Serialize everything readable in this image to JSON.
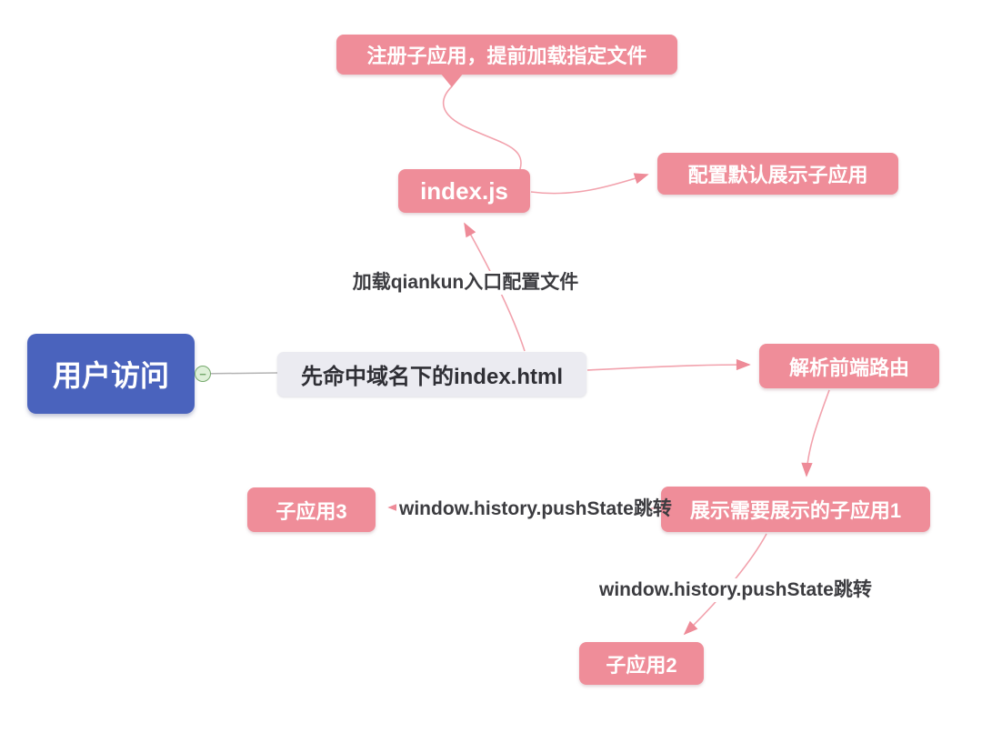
{
  "colors": {
    "pink": "#ef8d99",
    "blue": "#4a63bd",
    "grayNode": "#ebebf1",
    "linePink": "#f2a2ad",
    "arrowPink": "#ee8b98",
    "lineGray": "#b3b3b3",
    "labelText": "#3c3c40",
    "toggleGreenStroke": "#76a96d",
    "toggleGreenFill": "#def0d8"
  },
  "nodes": {
    "root": {
      "label": "用户访问"
    },
    "main": {
      "label": "先命中域名下的index.html"
    },
    "indexJs": {
      "label": "index.js"
    },
    "callout": {
      "label": "注册子应用，提前加载指定文件"
    },
    "configDefault": {
      "label": "配置默认展示子应用"
    },
    "parseRoute": {
      "label": "解析前端路由"
    },
    "showSubapp1": {
      "label": "展示需要展示的子应用1"
    },
    "subapp3": {
      "label": "子应用3"
    },
    "subapp2": {
      "label": "子应用2"
    }
  },
  "edgeLabels": {
    "loadQiankun": "加载qiankun入口配置文件",
    "pushStateToSubapp3": "window.history.pushState跳转",
    "pushStateToSubapp2": "window.history.pushState跳转"
  },
  "icons": {
    "collapse": "−"
  }
}
